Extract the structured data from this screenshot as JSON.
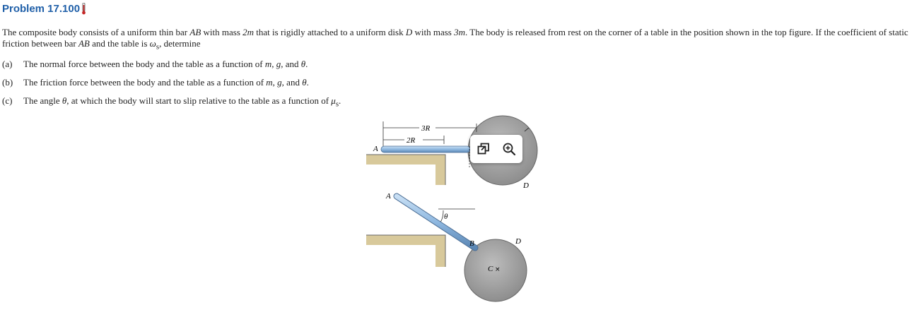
{
  "problem": {
    "title": "Problem 17.100"
  },
  "statement": {
    "p1": "The composite body consists of a uniform thin bar ",
    "p2": "AB",
    "p3": " with mass ",
    "p4": "2m",
    "p5": " that is rigidly attached to a uniform disk ",
    "p6": "D",
    "p7": " with mass ",
    "p8": "3m",
    "p9": ". The body is released from rest on the corner of a table in the position shown in the top figure. If the coefficient of static friction between bar ",
    "p10": "AB",
    "p11": " and the table is ",
    "p12": "ω",
    "p13": "s",
    "p14": ", determine"
  },
  "parts": [
    {
      "label": "(a)",
      "t1": "The normal force between the body and the table as a function of ",
      "v1": "m",
      "s1": ", ",
      "v2": "g",
      "s2": ", and ",
      "v3": "θ",
      "end": "."
    },
    {
      "label": "(b)",
      "t1": "The friction force between the body and the table as a function of ",
      "v1": "m",
      "s1": ", ",
      "v2": "g",
      "s2": ", and ",
      "v3": "θ",
      "end": "."
    },
    {
      "label": "(c)",
      "t1": "The angle ",
      "v1": "θ",
      "s1": ", at which the body will start to slip relative to the table as a function of ",
      "v2": "μ",
      "sub": "s",
      "end": "."
    }
  ],
  "figure": {
    "dim_3r": "3R",
    "dim_2r": "2R",
    "top_a": "A",
    "top_d": "D",
    "bot_a": "A",
    "bot_theta": "θ",
    "bot_b": "B",
    "bot_d": "D",
    "bot_c": "C"
  },
  "toolbar": {
    "open_icon": "open-external-icon",
    "zoom_icon": "zoom-in-icon"
  },
  "colors": {
    "title": "#1f5fa8",
    "table": "#d8c99b",
    "disk": "#9a9a9a",
    "bar": "#8fb8e0"
  }
}
